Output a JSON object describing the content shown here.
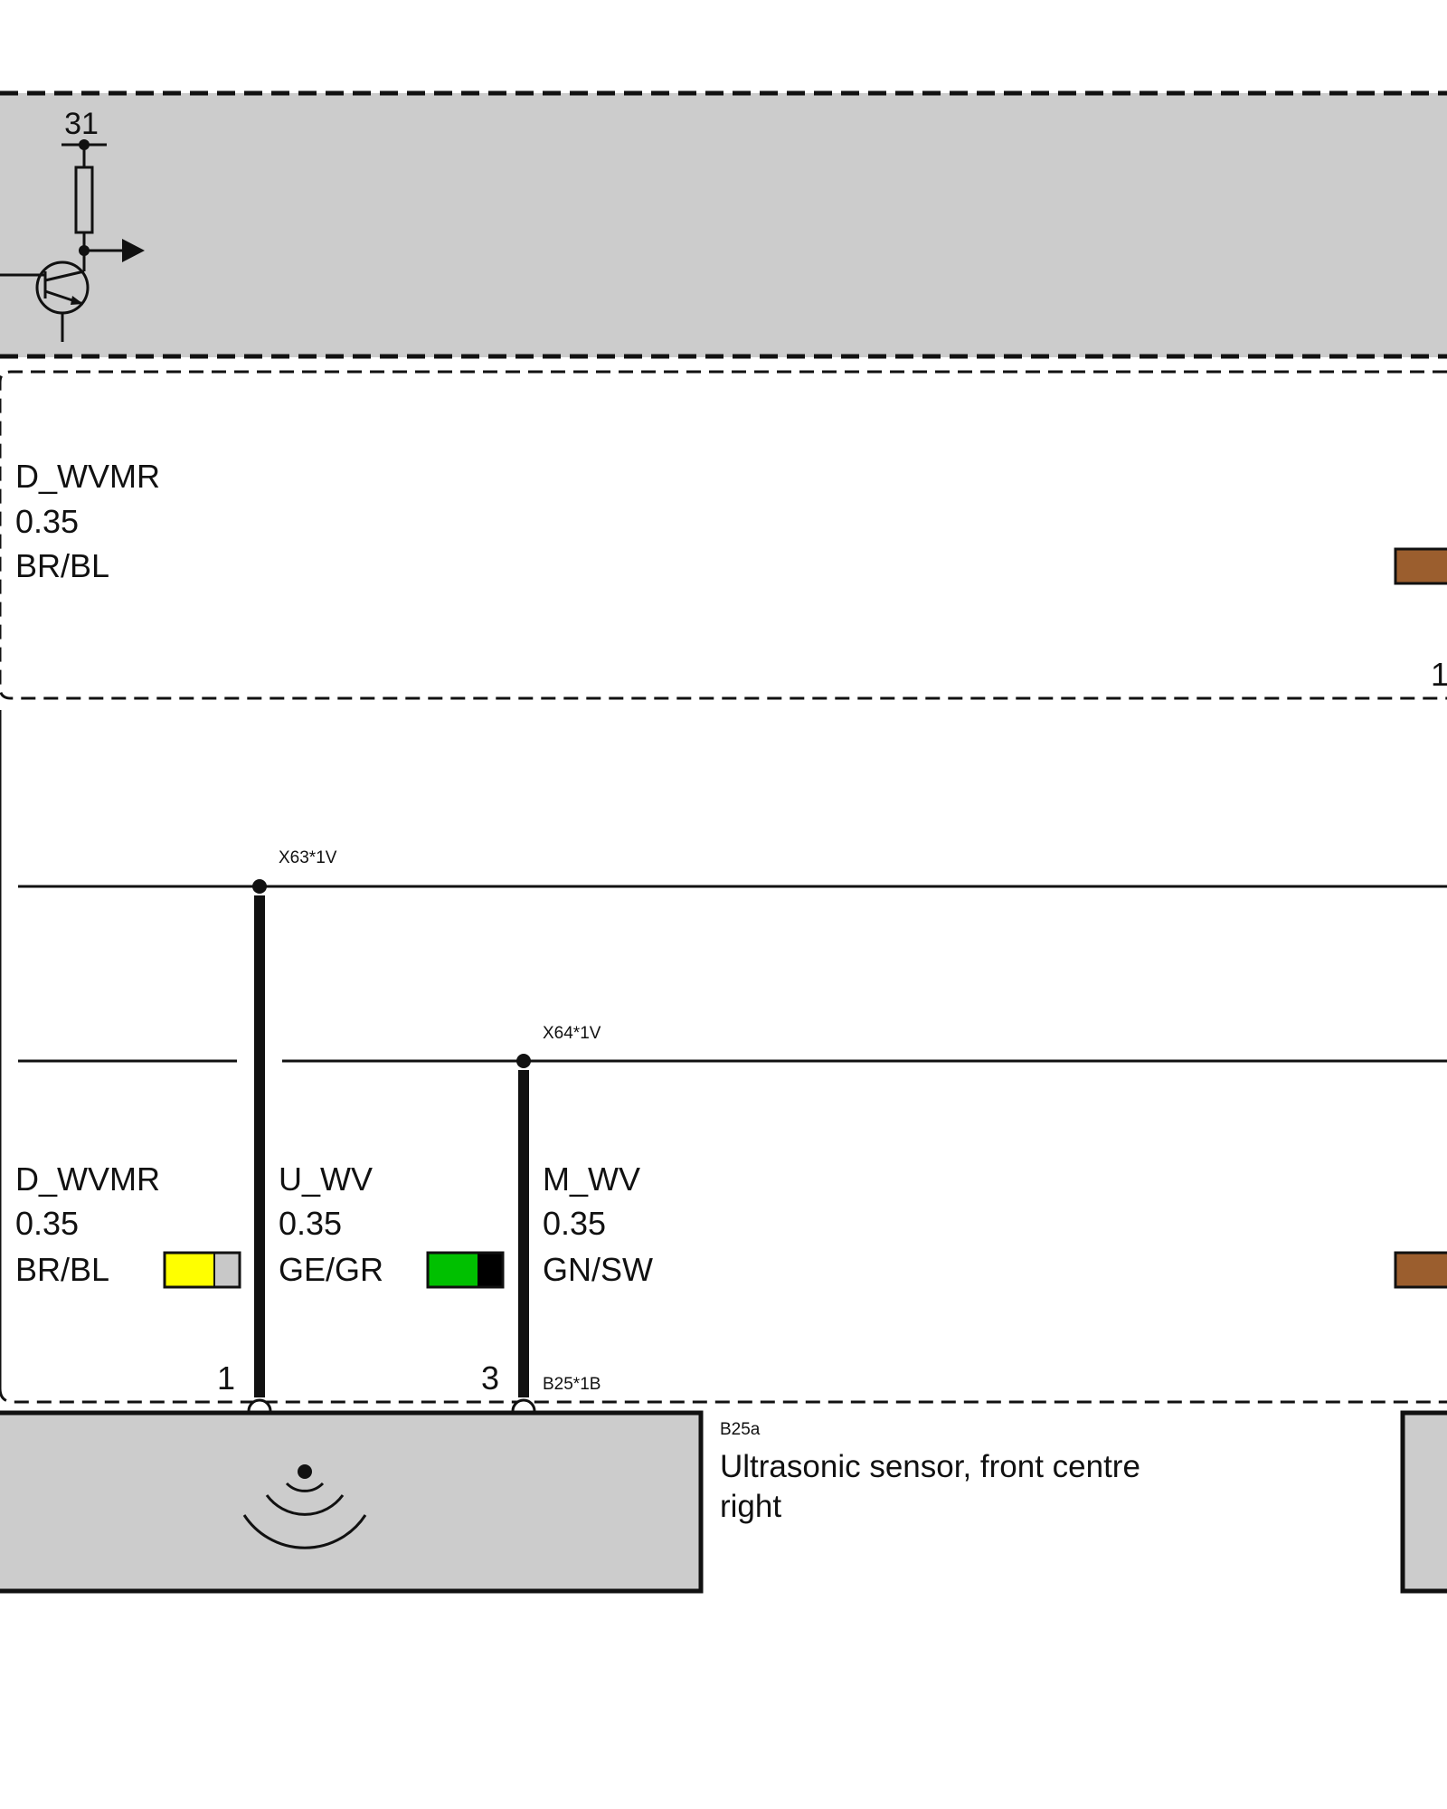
{
  "ground_terminal": "31",
  "upper_wire": {
    "signal": "D_WVMR",
    "size": "0.35",
    "color_code": "BR/BL",
    "pin_right": "1",
    "swatch_colors": [
      "#9b5e2e"
    ]
  },
  "connectors": {
    "x63": "X63*1V",
    "x64": "X64*1V",
    "b25": "B25*1B"
  },
  "lower_wires": [
    {
      "signal": "D_WVMR",
      "size": "0.35",
      "color_code": "BR/BL",
      "pin": "1",
      "swatch_colors": [
        "#ffff00",
        "#c8c8c8"
      ]
    },
    {
      "signal": "U_WV",
      "size": "0.35",
      "color_code": "GE/GR",
      "pin": "3",
      "swatch_colors": [
        "#00c000",
        "#000000"
      ]
    },
    {
      "signal": "M_WV",
      "size": "0.35",
      "color_code": "GN/SW",
      "swatch_colors": []
    }
  ],
  "right_swatch_color": "#9b5e2e",
  "component": {
    "id": "B25a",
    "name_line1": "Ultrasonic sensor, front centre",
    "name_line2": "right"
  },
  "colors": {
    "module_fill": "#cccccc",
    "line": "#111111"
  }
}
